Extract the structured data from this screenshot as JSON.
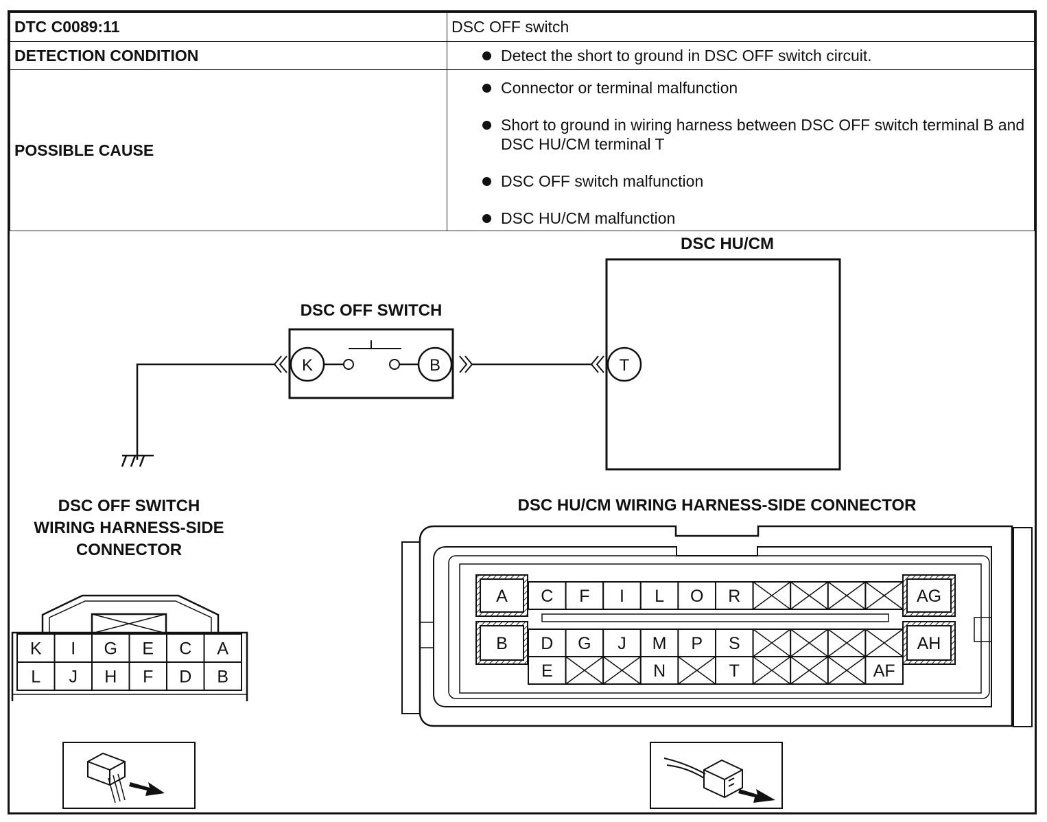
{
  "table": {
    "dtc_label": "DTC C0089:11",
    "dtc_value": "DSC OFF switch",
    "detection_label": "DETECTION CONDITION",
    "detection_items": [
      "Detect the short to ground in DSC OFF switch circuit."
    ],
    "cause_label": "POSSIBLE CAUSE",
    "cause_items": [
      "Connector or terminal malfunction",
      "Short to ground in wiring harness between DSC OFF switch terminal B and DSC HU/CM terminal T",
      "DSC OFF switch malfunction",
      "DSC HU/CM malfunction"
    ]
  },
  "diagram": {
    "hucm_title": "DSC HU/CM",
    "switch_title": "DSC OFF SWITCH",
    "terminal_k": "K",
    "terminal_b": "B",
    "terminal_t": "T"
  },
  "switch_connector": {
    "title_lines": [
      "DSC OFF SWITCH",
      "WIRING HARNESS-SIDE",
      "CONNECTOR"
    ],
    "top_row": [
      "K",
      "I",
      "G",
      "E",
      "C",
      "A"
    ],
    "bottom_row": [
      "L",
      "J",
      "H",
      "F",
      "D",
      "B"
    ]
  },
  "hucm_connector": {
    "title": "DSC HU/CM WIRING HARNESS-SIDE CONNECTOR",
    "left_top": "A",
    "left_bottom": "B",
    "right_top": "AG",
    "right_bottom": "AH",
    "row1": [
      "C",
      "F",
      "I",
      "L",
      "O",
      "R",
      "",
      "",
      "",
      ""
    ],
    "row2": [
      "D",
      "G",
      "J",
      "M",
      "P",
      "S",
      "",
      "",
      "",
      ""
    ],
    "row3": [
      "E",
      "",
      "",
      "N",
      "",
      "T",
      "",
      "",
      "",
      "AF"
    ]
  }
}
